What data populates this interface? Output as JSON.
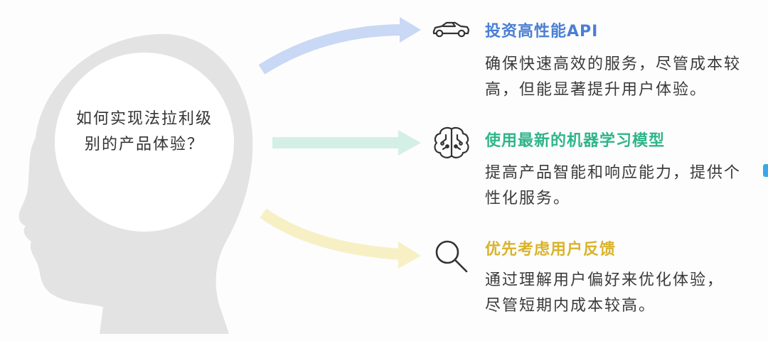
{
  "center": {
    "question": "如何实现法拉利级别的产品体验？"
  },
  "items": [
    {
      "title": "投资高性能API",
      "desc": "确保快速高效的服务，尽管成本较高，但能显著提升用户体验。",
      "icon": "car-icon",
      "color": "#4a7fd4",
      "arrow_color": "#c9d8f4"
    },
    {
      "title": "使用最新的机器学习模型",
      "desc": "提高产品智能和响应能力，提供个性化服务。",
      "icon": "brain-circuit-icon",
      "color": "#2fb58a",
      "arrow_color": "#d4f0e6"
    },
    {
      "title": "优先考虑用户反馈",
      "desc": "通过理解用户偏好来优化体验，尽管短期内成本较高。",
      "icon": "magnifier-icon",
      "color": "#d9b32a",
      "arrow_color": "#f6f0c4"
    }
  ],
  "colors": {
    "head": "#e3e3e3",
    "circle": "#ffffff"
  }
}
